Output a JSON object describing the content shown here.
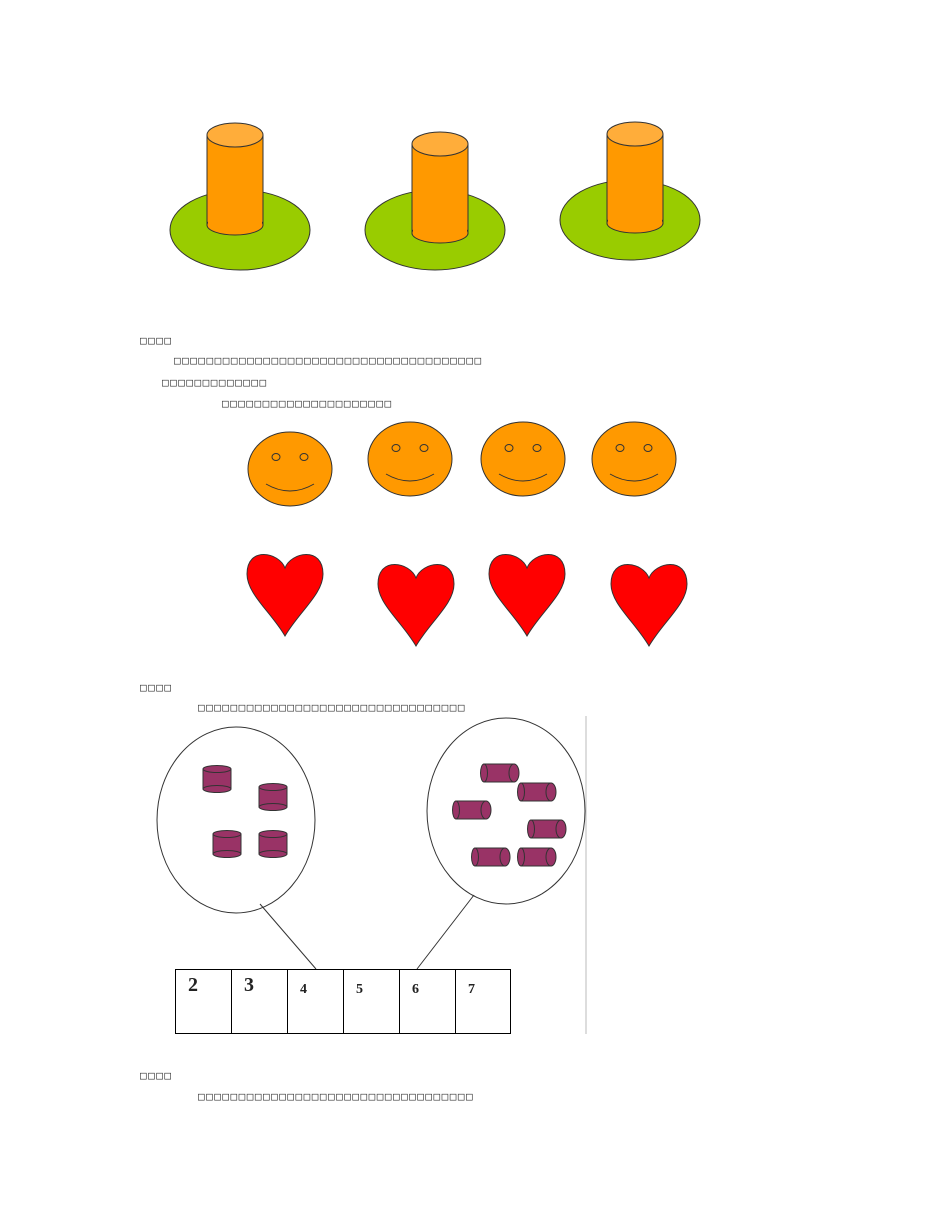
{
  "sections": [
    {
      "heading": "□□□□",
      "lines": [
        "□□□□□□□□□□□□□□□□□□□□□□□□□□□□□□□□□□□□□□",
        "□□□□□□□□□□□□□",
        "□□□□□□□□□□□□□□□□□□□□□"
      ]
    },
    {
      "heading": "□□□□",
      "lines": [
        "□□□□□□□□□□□□□□□□□□□□□□□□□□□□□□□□□"
      ]
    },
    {
      "heading": "□□□□",
      "lines": [
        "□□□□□□□□□□□□□□□□□□□□□□□□□□□□□□□□□□"
      ]
    }
  ],
  "number_strip": [
    "2",
    "3",
    "4",
    "5",
    "6",
    "7"
  ],
  "colors": {
    "cylinder": "#ff9900",
    "cylinder_top": "#ffad3a",
    "plate": "#99cc00",
    "face": "#ff9900",
    "heart": "#ff0000",
    "small_cylinder": "#993366"
  }
}
